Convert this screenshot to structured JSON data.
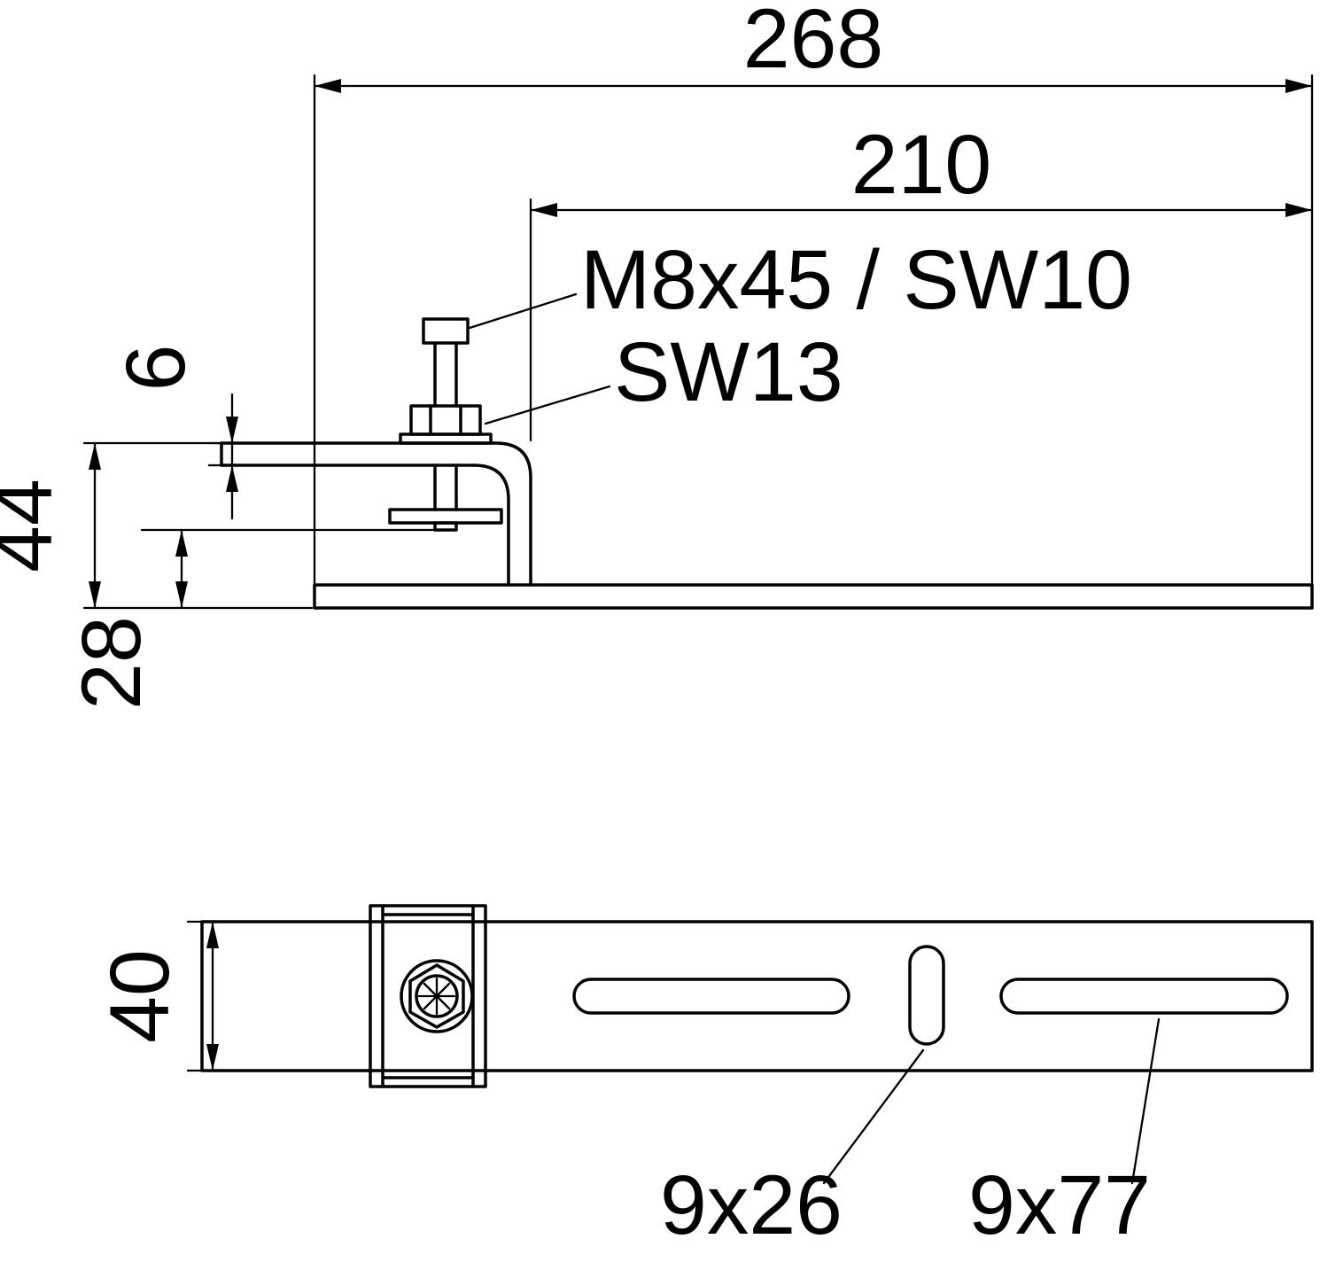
{
  "drawing": {
    "kind": "technical-dimension-drawing",
    "colors": {
      "line": "#000000",
      "background": "#ffffff"
    },
    "side_view": {
      "dim_overall_length": "268",
      "dim_clamp_to_end": "210",
      "label_screw": "M8x45 / SW10",
      "label_nut": "SW13",
      "dim_plate_thickness": "6",
      "dim_total_height": "44",
      "dim_clamp_opening": "28"
    },
    "plan_view": {
      "dim_bar_width": "40",
      "label_slot_short": "9x26",
      "label_slot_long": "9x77"
    }
  }
}
